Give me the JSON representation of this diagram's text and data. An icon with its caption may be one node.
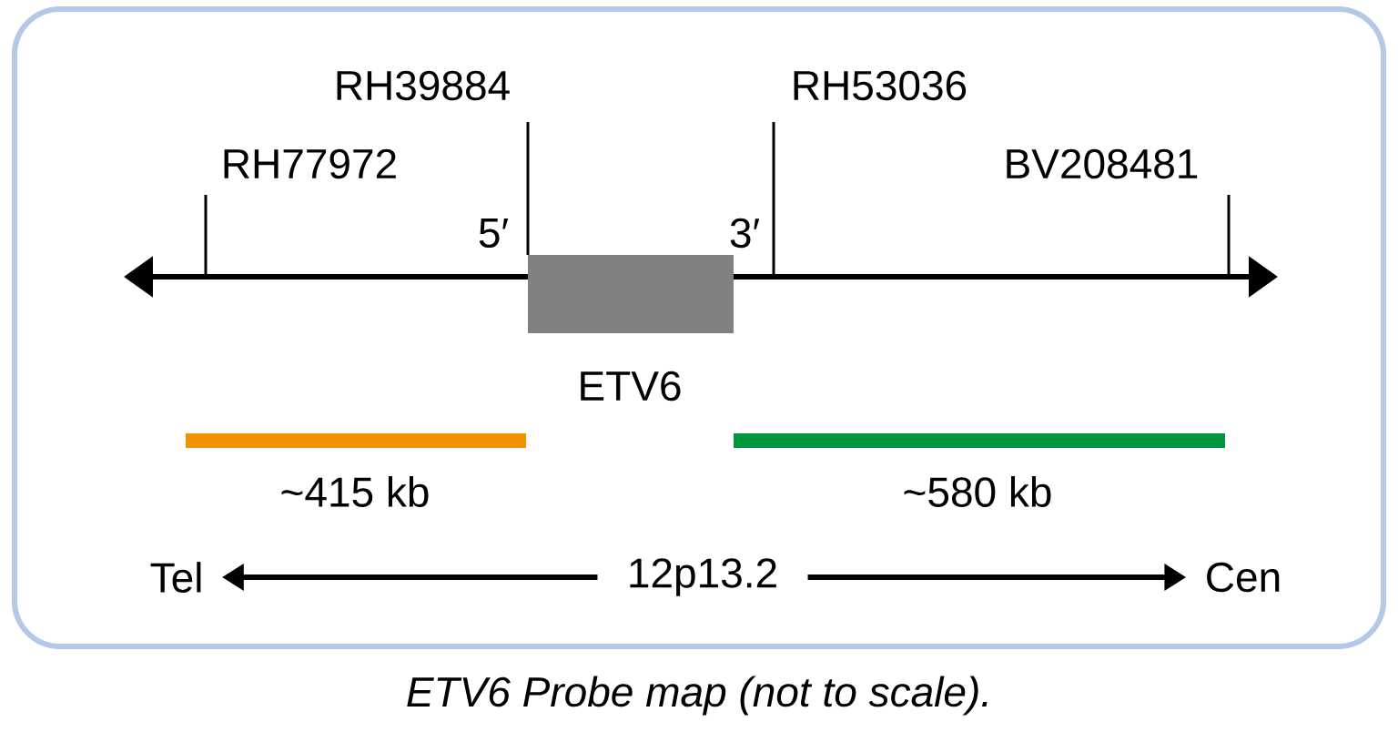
{
  "diagram": {
    "caption": "ETV6 Probe map (not to scale).",
    "nodes": [
      {
        "text": [
          "ETV6"
        ]
      },
      {
        "text": [
          "~415 kb"
        ]
      },
      {
        "text": [
          "~580 kb"
        ]
      },
      {
        "text": [
          "Tel"
        ]
      },
      {
        "text": [
          "12p13.2"
        ]
      },
      {
        "text": [
          "Cen"
        ]
      }
    ],
    "edges": [
      {
        "from": 4,
        "to": 3,
        "arrow": "to"
      },
      {
        "from": 4,
        "to": 5,
        "arrow": "to"
      }
    ],
    "labels": [
      "RH39884",
      "RH53036",
      "RH77972",
      "BV208481",
      "5′",
      "3′"
    ]
  }
}
